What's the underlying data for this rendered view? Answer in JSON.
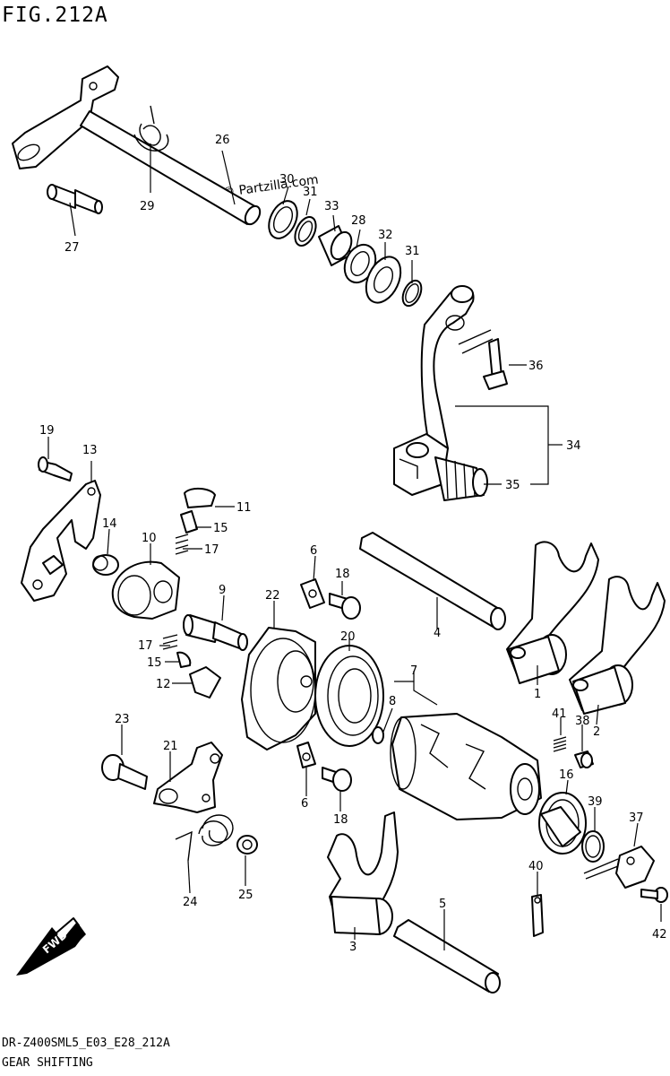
{
  "figure": {
    "title": "FIG.212A",
    "model_code": "DR-Z400SML5_E03_E28_212A",
    "section_name": "GEAR SHIFTING",
    "watermark": "© Partzilla.com",
    "direction_label": "FWD"
  },
  "callouts": [
    {
      "id": "1",
      "label": "1"
    },
    {
      "id": "2",
      "label": "2"
    },
    {
      "id": "3",
      "label": "3"
    },
    {
      "id": "4",
      "label": "4"
    },
    {
      "id": "5",
      "label": "5"
    },
    {
      "id": "6a",
      "label": "6"
    },
    {
      "id": "6b",
      "label": "6"
    },
    {
      "id": "7",
      "label": "7"
    },
    {
      "id": "8",
      "label": "8"
    },
    {
      "id": "9",
      "label": "9"
    },
    {
      "id": "10",
      "label": "10"
    },
    {
      "id": "11",
      "label": "11"
    },
    {
      "id": "12",
      "label": "12"
    },
    {
      "id": "13",
      "label": "13"
    },
    {
      "id": "14",
      "label": "14"
    },
    {
      "id": "15a",
      "label": "15"
    },
    {
      "id": "15b",
      "label": "15"
    },
    {
      "id": "16",
      "label": "16"
    },
    {
      "id": "17a",
      "label": "17"
    },
    {
      "id": "17b",
      "label": "17"
    },
    {
      "id": "18a",
      "label": "18"
    },
    {
      "id": "18b",
      "label": "18"
    },
    {
      "id": "19",
      "label": "19"
    },
    {
      "id": "20",
      "label": "20"
    },
    {
      "id": "21",
      "label": "21"
    },
    {
      "id": "22",
      "label": "22"
    },
    {
      "id": "23",
      "label": "23"
    },
    {
      "id": "24",
      "label": "24"
    },
    {
      "id": "25",
      "label": "25"
    },
    {
      "id": "26",
      "label": "26"
    },
    {
      "id": "27",
      "label": "27"
    },
    {
      "id": "28",
      "label": "28"
    },
    {
      "id": "29",
      "label": "29"
    },
    {
      "id": "30",
      "label": "30"
    },
    {
      "id": "31a",
      "label": "31"
    },
    {
      "id": "31b",
      "label": "31"
    },
    {
      "id": "32",
      "label": "32"
    },
    {
      "id": "33",
      "label": "33"
    },
    {
      "id": "34",
      "label": "34"
    },
    {
      "id": "35",
      "label": "35"
    },
    {
      "id": "36",
      "label": "36"
    },
    {
      "id": "37",
      "label": "37"
    },
    {
      "id": "38",
      "label": "38"
    },
    {
      "id": "39",
      "label": "39"
    },
    {
      "id": "40",
      "label": "40"
    },
    {
      "id": "41",
      "label": "41"
    },
    {
      "id": "42",
      "label": "42"
    }
  ]
}
